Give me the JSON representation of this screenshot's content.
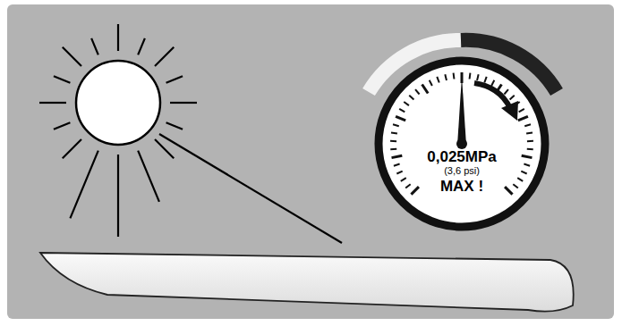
{
  "diagram": {
    "nodes": [
      {
        "text": [
          "0,025MPa",
          "(3,6 psi)",
          "MAX !"
        ]
      }
    ]
  }
}
